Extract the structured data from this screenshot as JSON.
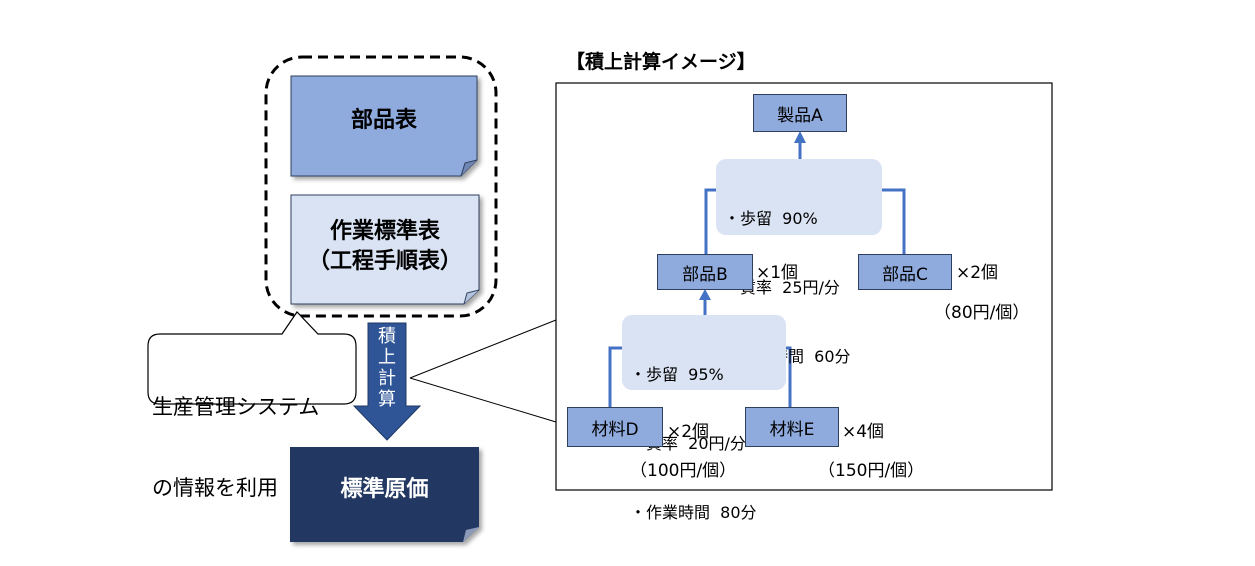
{
  "left": {
    "bom_label": "部品表",
    "work_standard_line1": "作業標準表",
    "work_standard_line2": "（工程手順表）",
    "callout_line1": "生産管理システム",
    "callout_line2": "の情報を利用",
    "arrow_chars": [
      "積",
      "上",
      "計",
      "算"
    ],
    "result_label": "標準原価"
  },
  "right": {
    "title": "【積上計算イメージ】",
    "product_a": "製品A",
    "info_top": [
      "・歩留  90%",
      "・賃率  25円/分",
      "・作業時間  60分"
    ],
    "part_b": "部品B",
    "part_b_qty": "×1個",
    "part_c": "部品C",
    "part_c_qty": "×2個",
    "part_c_price": "（80円/個）",
    "info_bottom": [
      "・歩留  95%",
      "・賃率  20円/分",
      "・作業時間  80分"
    ],
    "material_d": "材料D",
    "material_d_qty": "×2個",
    "material_d_price": "（100円/個）",
    "material_e": "材料E",
    "material_e_qty": "×4個",
    "material_e_price": "（150円/個）"
  },
  "colors": {
    "doc_fill_dark": "#8faadc",
    "doc_fill_light": "#dae3f3",
    "result_fill": "#203864",
    "arrow_fill": "#2f5597",
    "connector": "#4472c4"
  }
}
